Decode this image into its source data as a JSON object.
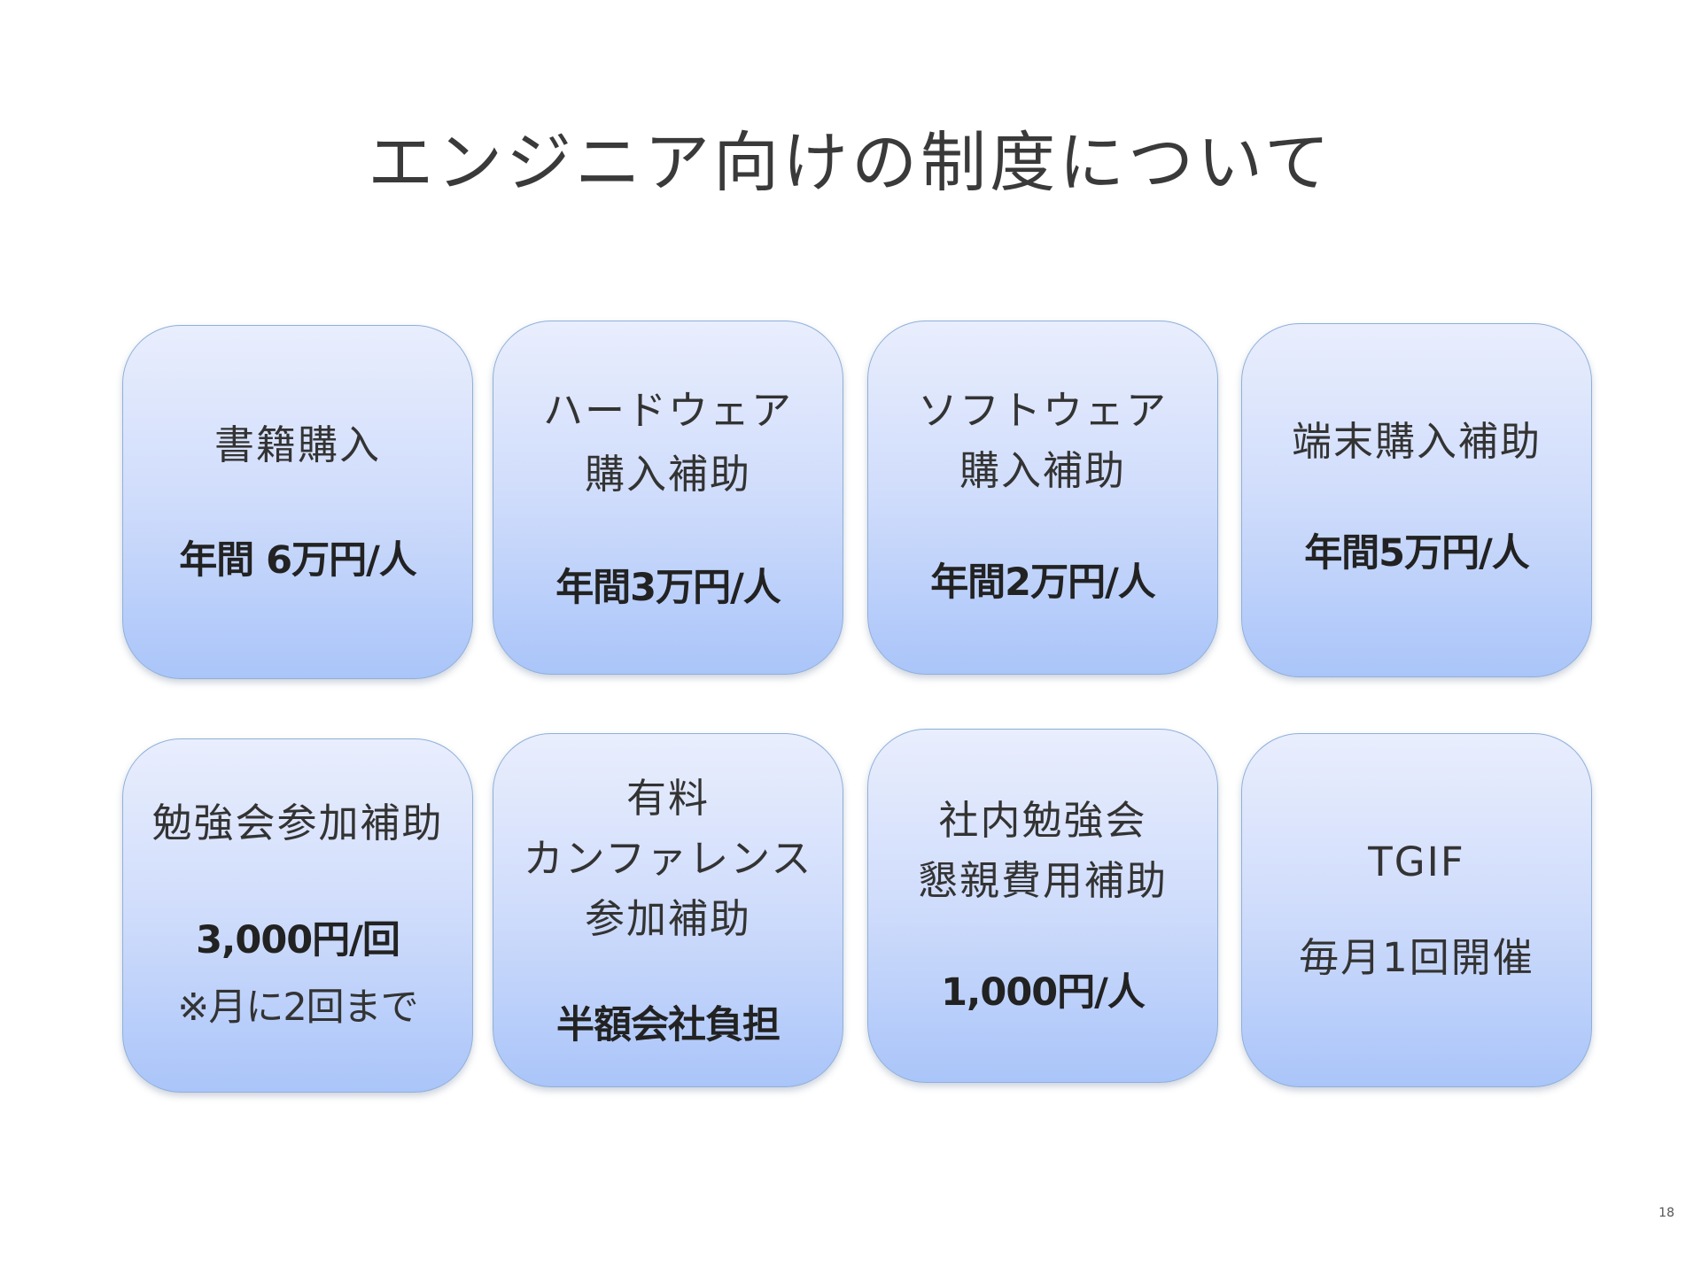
{
  "slide": {
    "title": "エンジニア向けの制度について",
    "page_number": "18"
  },
  "cards": [
    {
      "label_lines": [
        "書籍購入"
      ],
      "value_lines": [
        "年間 6万円/人"
      ],
      "note": ""
    },
    {
      "label_lines": [
        "ハードウェア",
        "購入補助"
      ],
      "value_lines": [
        "年間3万円/人"
      ],
      "note": ""
    },
    {
      "label_lines": [
        "ソフトウェア",
        "購入補助"
      ],
      "value_lines": [
        "年間2万円/人"
      ],
      "note": ""
    },
    {
      "label_lines": [
        "端末購入補助"
      ],
      "value_lines": [
        "年間5万円/人"
      ],
      "note": ""
    },
    {
      "label_lines": [
        "勉強会参加補助"
      ],
      "value_lines": [
        "3,000円/回"
      ],
      "note": "※月に2回まで"
    },
    {
      "label_lines": [
        "有料",
        "カンファレンス",
        "参加補助"
      ],
      "value_lines": [
        "半額会社負担"
      ],
      "note": ""
    },
    {
      "label_lines": [
        "社内勉強会",
        "懇親費用補助"
      ],
      "value_lines": [
        "1,000円/人"
      ],
      "note": ""
    },
    {
      "label_lines": [
        "TGIF",
        "毎月1回開催"
      ],
      "value_lines": [],
      "note": ""
    }
  ]
}
